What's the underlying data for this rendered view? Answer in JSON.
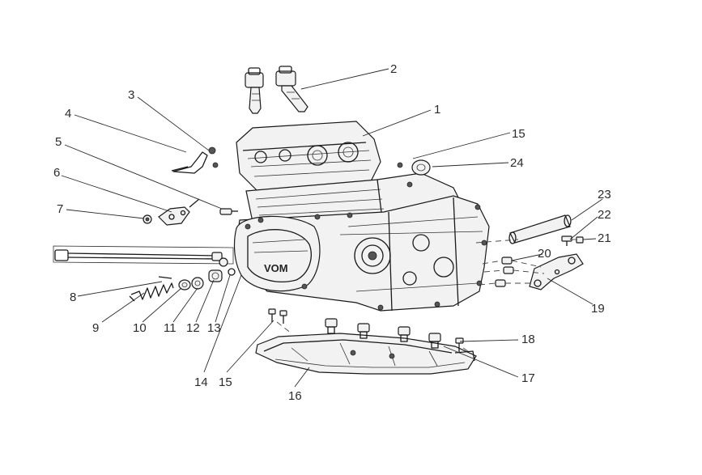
{
  "callouts": [
    {
      "id": "c1",
      "text": "1"
    },
    {
      "id": "c2",
      "text": "2"
    },
    {
      "id": "c3",
      "text": "3"
    },
    {
      "id": "c4",
      "text": "4"
    },
    {
      "id": "c5",
      "text": "5"
    },
    {
      "id": "c6",
      "text": "6"
    },
    {
      "id": "c7",
      "text": "7"
    },
    {
      "id": "c8",
      "text": "8"
    },
    {
      "id": "c9",
      "text": "9"
    },
    {
      "id": "c10",
      "text": "10"
    },
    {
      "id": "c11",
      "text": "11"
    },
    {
      "id": "c12",
      "text": "12"
    },
    {
      "id": "c13",
      "text": "13"
    },
    {
      "id": "c14",
      "text": "14"
    },
    {
      "id": "c15a",
      "text": "15"
    },
    {
      "id": "c15b",
      "text": "15"
    },
    {
      "id": "c16",
      "text": "16"
    },
    {
      "id": "c17",
      "text": "17"
    },
    {
      "id": "c18",
      "text": "18"
    },
    {
      "id": "c19",
      "text": "19"
    },
    {
      "id": "c20",
      "text": "20"
    },
    {
      "id": "c21",
      "text": "21"
    },
    {
      "id": "c22",
      "text": "22"
    },
    {
      "id": "c23",
      "text": "23"
    },
    {
      "id": "c24",
      "text": "24"
    }
  ],
  "engine_mark": "VOM"
}
